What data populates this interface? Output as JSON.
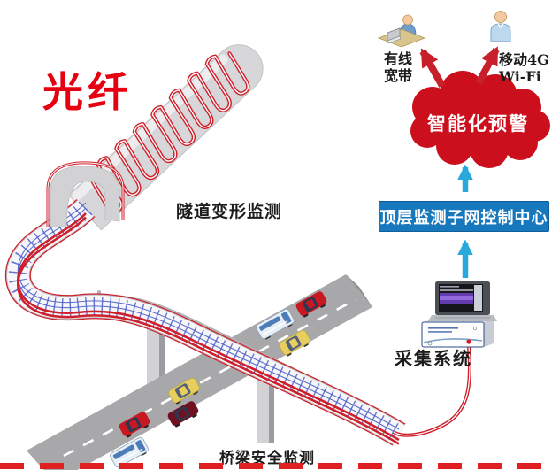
{
  "diagram": {
    "fiber_label": "光纤",
    "tunnel": {
      "label": "隧道变形监测"
    },
    "bridge": {
      "label": "桥梁安全监测"
    },
    "acquisition": {
      "label": "采集系统"
    },
    "cloud": {
      "label": "智能化预警"
    },
    "control_center": {
      "label": "顶层监测子网控制中心"
    },
    "endpoints": {
      "wired": {
        "line1": "有线",
        "line2": "宽带"
      },
      "mobile": {
        "line1": "移动4G",
        "line2": "Wi-Fi"
      }
    },
    "vehicles": [
      {
        "type": "car",
        "color_name": "red",
        "body": "#c81822"
      },
      {
        "type": "bus",
        "color_name": "white",
        "body": "#e7eef5"
      },
      {
        "type": "car",
        "color_name": "yellow",
        "body": "#e6cf5e"
      },
      {
        "type": "car",
        "color_name": "yellow",
        "body": "#e6cf5e"
      },
      {
        "type": "car",
        "color_name": "maroon",
        "body": "#6e1120"
      },
      {
        "type": "car",
        "color_name": "red",
        "body": "#c81822"
      },
      {
        "type": "bus",
        "color_name": "white",
        "body": "#e7eef5"
      }
    ],
    "colors": {
      "fiber_text_red": "#e60012",
      "fiber_line_red": "#cf1f2a",
      "cloud_red": "#cc0f1d",
      "arrow_red": "#c8202a",
      "arrow_cyan": "#29a8dc",
      "control_box_blue": "#1778be",
      "grid_blue": "#4a5ec8",
      "road_gray": "#a8a8ab",
      "deck_light": "#f7f7fa",
      "tunnel_gray": "#d7d7d9"
    },
    "icons": {
      "tunnel-icon": "gray tube wrapped with serpentine optical fiber coil",
      "tunnel-portal-icon": "tunnel mouth arch with fiber outline",
      "bridge-deck-icon": "curved deck with blue grid and fiber lines",
      "road-icon": "gray road with white center dashes",
      "pillar-icon": "bridge pier",
      "guardrail-icon": "thin gray rail beside deck",
      "car-icon": "small passenger car",
      "bus-icon": "small bus",
      "cloud-icon": "red alert cloud",
      "red-arrow-icon": "thick red arrow",
      "up-arrow-icon": "cyan upward arrow",
      "person-at-desk-icon": "user at desk with computer",
      "mobile-user-icon": "standing mobile user",
      "laptop-icon": "laptop showing spectrum trace",
      "instrument-icon": "fiber interrogator chassis",
      "fiber-cable-icon": "red fiber jumper cable",
      "red-dashed-border": "red dashed rule at page bottom"
    }
  }
}
